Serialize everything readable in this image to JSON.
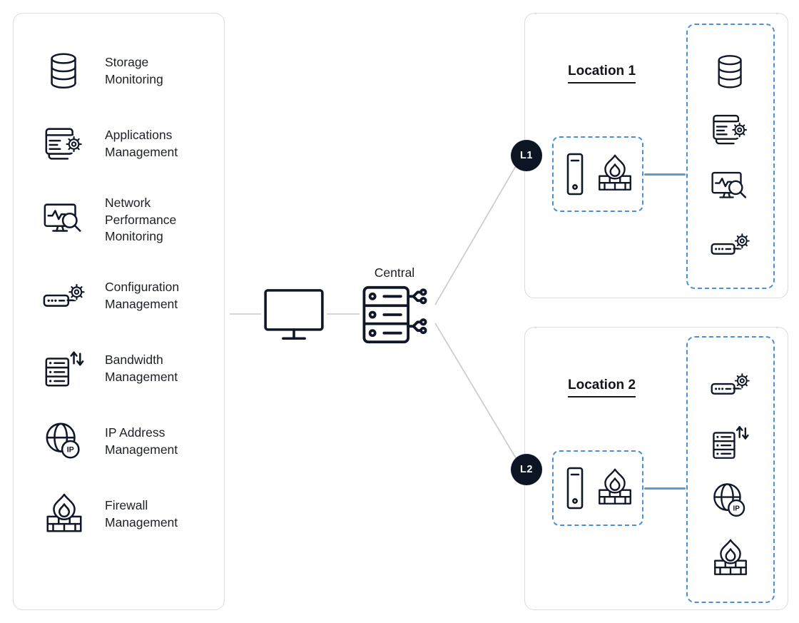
{
  "legend": {
    "items": [
      {
        "icon": "storage-icon",
        "label": "Storage Monitoring"
      },
      {
        "icon": "applications-icon",
        "label": "Applications Management"
      },
      {
        "icon": "network-performance-icon",
        "label": "Network Performance Monitoring"
      },
      {
        "icon": "configuration-icon",
        "label": "Configuration Management"
      },
      {
        "icon": "bandwidth-icon",
        "label": "Bandwidth Management"
      },
      {
        "icon": "ip-address-icon",
        "label": "IP Address Management"
      },
      {
        "icon": "firewall-icon",
        "label": "Firewall Management"
      }
    ]
  },
  "central": {
    "label": "Central"
  },
  "locations": [
    {
      "badge": "L1",
      "title": "Location 1",
      "gateway_icons": [
        "tower-server-icon",
        "firewall-icon"
      ],
      "service_icons": [
        "storage-icon",
        "applications-icon",
        "network-performance-icon",
        "configuration-icon"
      ]
    },
    {
      "badge": "L2",
      "title": "Location 2",
      "gateway_icons": [
        "tower-server-icon",
        "firewall-icon"
      ],
      "service_icons": [
        "configuration-icon",
        "bandwidth-icon",
        "ip-address-icon",
        "firewall-icon"
      ]
    }
  ],
  "icons": {
    "ip_badge_text": "IP"
  },
  "colors": {
    "icon_stroke": "#101828",
    "accent_blue_dashed": "#4b8fd6",
    "accent_blue_link": "#5b9bd5",
    "badge_dark": "#0b1524",
    "line_gray": "#c6c9cd",
    "panel_border": "#d9dbde"
  }
}
